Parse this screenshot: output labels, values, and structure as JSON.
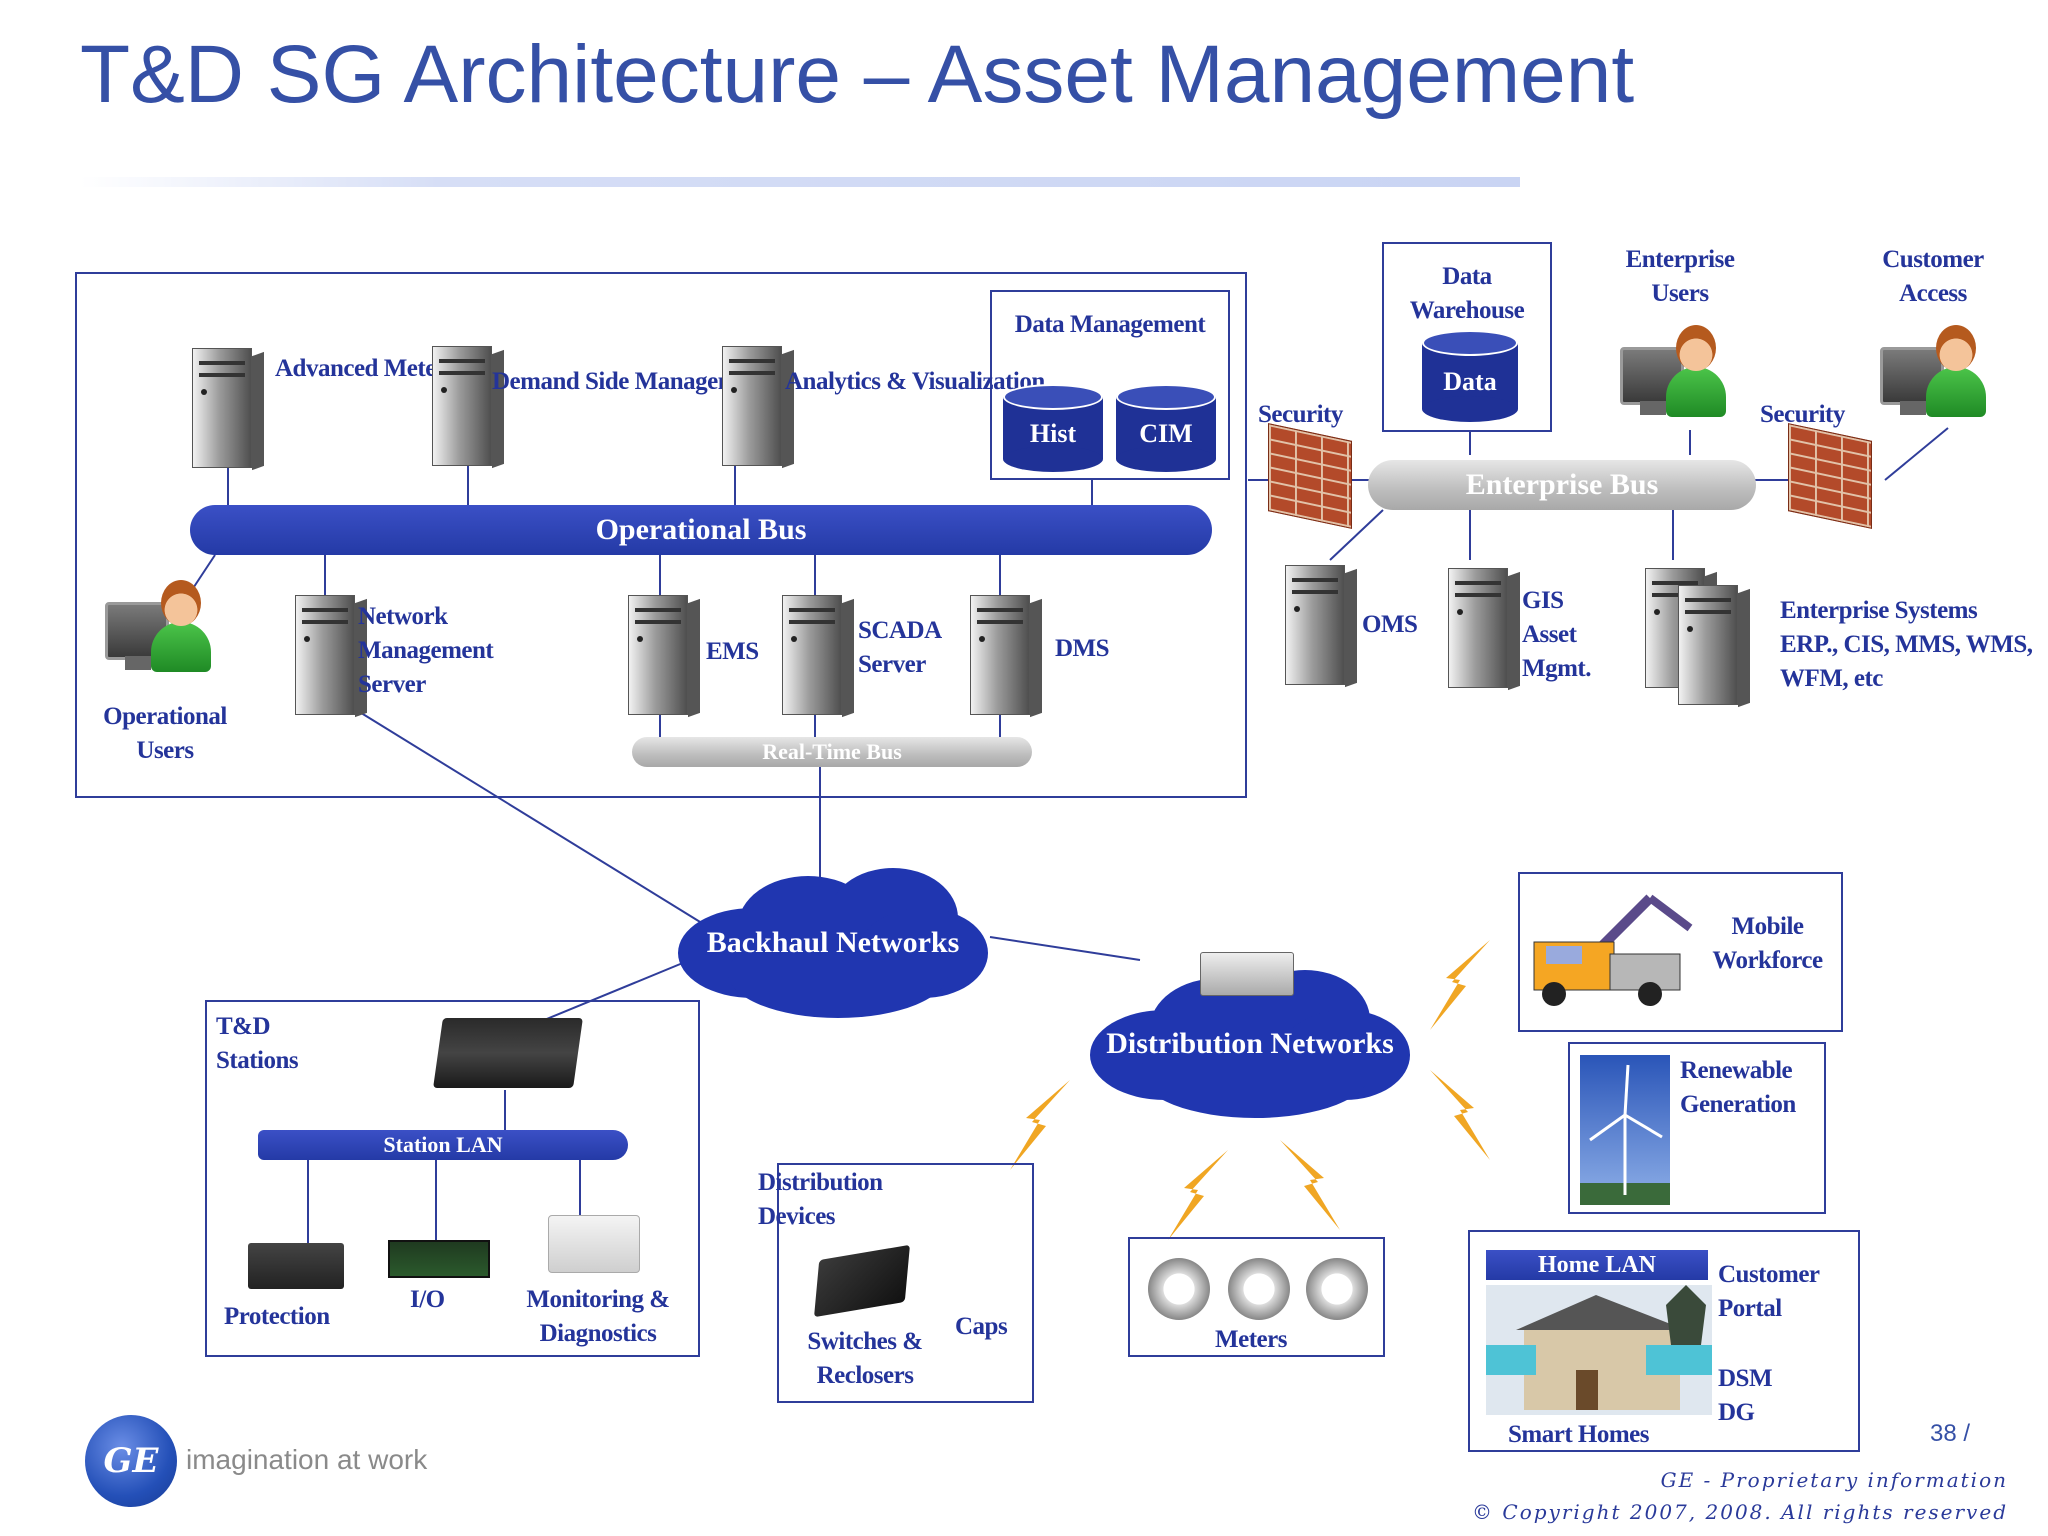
{
  "title": "T&D SG Architecture – Asset Management",
  "page_number": "38 /",
  "footer": {
    "tagline": "imagination at work",
    "logo_text": "GE",
    "proprietary": "GE - Proprietary information",
    "copyright": "© Copyright 2007, 2008. All rights reserved"
  },
  "operational": {
    "advanced_metering": "Advanced Metering",
    "demand_side": "Demand Side Management",
    "analytics": "Analytics & Visualization",
    "data_management": "Data Management",
    "hist": "Hist",
    "cim": "CIM",
    "bus": "Operational Bus",
    "operational_users": "Operational Users",
    "network_mgmt": "Network Management Server",
    "ems": "EMS",
    "scada": "SCADA Server",
    "dms": "DMS",
    "realtime_bus": "Real-Time Bus"
  },
  "enterprise": {
    "data_warehouse": "Data Warehouse",
    "data": "Data",
    "enterprise_users": "Enterprise Users",
    "customer_access": "Customer Access",
    "security_left": "Security",
    "security_right": "Security",
    "bus": "Enterprise Bus",
    "oms": "OMS",
    "gis": "GIS Asset Mgmt.",
    "systems": "Enterprise Systems ERP., CIS, MMS, WMS, WFM, etc"
  },
  "networks": {
    "backhaul": "Backhaul Networks",
    "distribution": "Distribution Networks"
  },
  "stations": {
    "title": "T&D Stations",
    "lan": "Station LAN",
    "protection": "Protection",
    "io": "I/O",
    "monitoring": "Monitoring & Diagnostics"
  },
  "devices": {
    "title": "Distribution Devices",
    "switches": "Switches & Reclosers",
    "caps": "Caps"
  },
  "meters": "Meters",
  "mobile": "Mobile Workforce",
  "renewable": "Renewable Generation",
  "homes": {
    "lan": "Home LAN",
    "portal": "Customer Portal",
    "dsm": "DSM",
    "dg": "DG",
    "title": "Smart Homes"
  },
  "colors": {
    "accent": "#2f3d9a",
    "bus_blue": "#243aa6",
    "title": "#3550a6"
  }
}
